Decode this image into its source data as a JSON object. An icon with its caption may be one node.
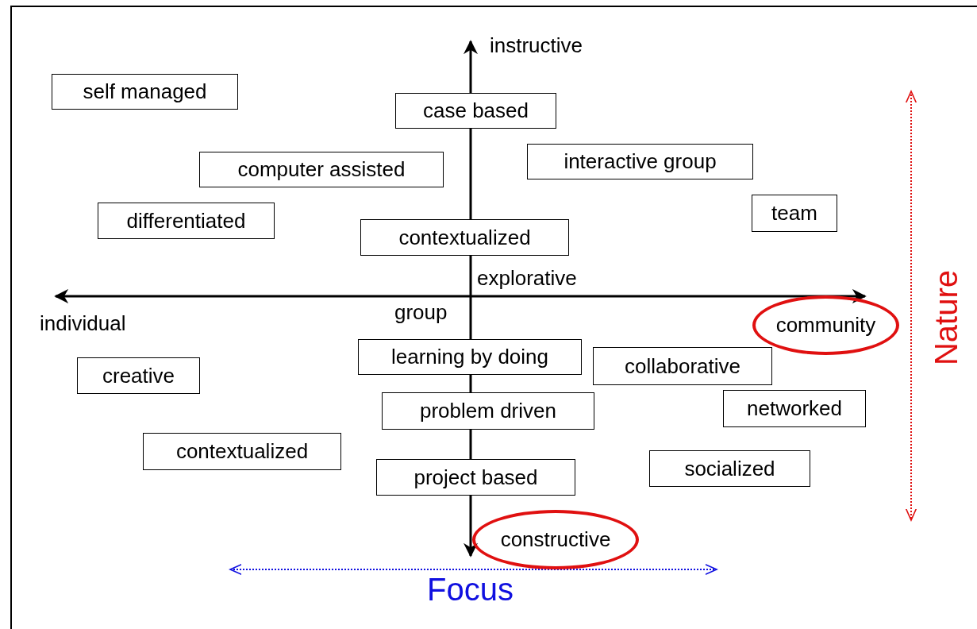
{
  "diagram": {
    "nodes": [
      {
        "text": [
          "self managed"
        ]
      },
      {
        "text": [
          "case based"
        ]
      },
      {
        "text": [
          "computer assisted"
        ]
      },
      {
        "text": [
          "interactive group"
        ]
      },
      {
        "text": [
          "team"
        ]
      },
      {
        "text": [
          "differentiated"
        ]
      },
      {
        "text": [
          "contextualized"
        ]
      },
      {
        "text": [
          "community"
        ]
      },
      {
        "text": [
          "learning by doing"
        ]
      },
      {
        "text": [
          "collaborative"
        ]
      },
      {
        "text": [
          "creative"
        ]
      },
      {
        "text": [
          "problem driven"
        ]
      },
      {
        "text": [
          "networked"
        ]
      },
      {
        "text": [
          "contextualized"
        ]
      },
      {
        "text": [
          "socialized"
        ]
      },
      {
        "text": [
          "project based"
        ]
      },
      {
        "text": [
          "constructive"
        ]
      }
    ],
    "edges": [],
    "labels": [
      "instructive",
      "explorative",
      "individual",
      "group",
      "Nature",
      "Focus"
    ]
  }
}
